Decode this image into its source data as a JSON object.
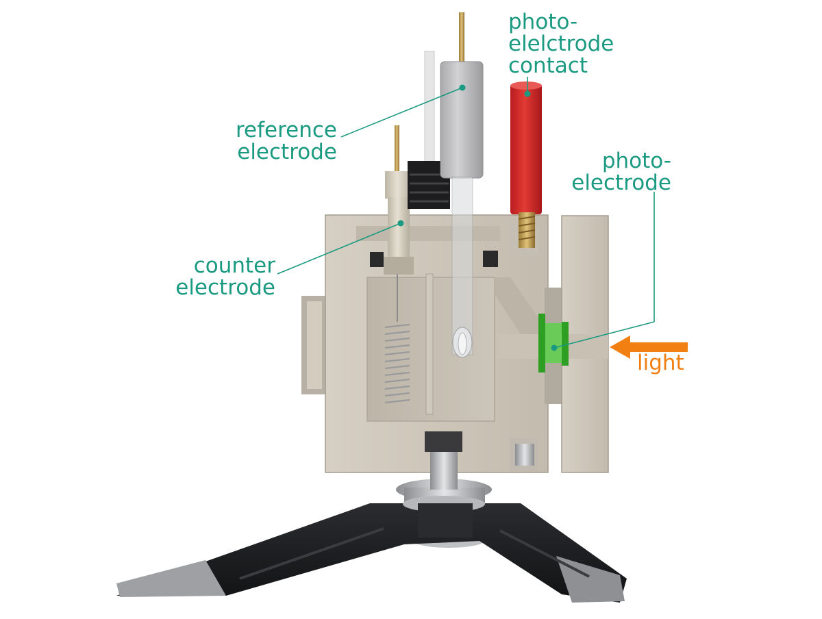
{
  "labels": {
    "photoelectrode_contact": {
      "line1": "photo-",
      "line2": "elelctrode",
      "line3": "contact"
    },
    "reference_electrode": {
      "line1": "reference",
      "line2": "electrode"
    },
    "photoelectrode": {
      "line1": "photo-",
      "line2": "electrode"
    },
    "counter_electrode": {
      "line1": "counter",
      "line2": "electrode"
    },
    "light": "light"
  },
  "colors": {
    "label_green": "#1a9a80",
    "light_orange": "#f27f12",
    "cell_body": "#cbc4b8",
    "contact_red": "#d2282a",
    "window_green": "#3fbf2f",
    "stand_black": "#1e1f21"
  }
}
